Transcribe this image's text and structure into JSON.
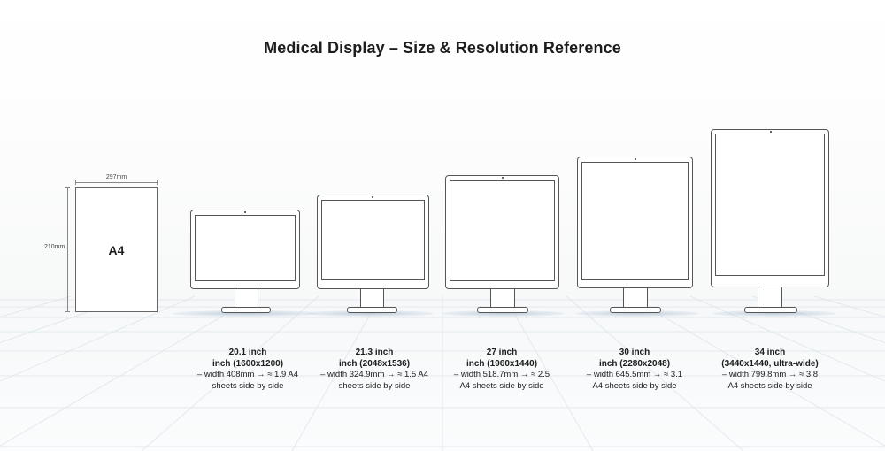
{
  "title": "Medical Display – Size & Resolution Reference",
  "colors": {
    "outline": "#555555",
    "text": "#1a1a1a",
    "floor_grid": "#dfe7ec",
    "shadow": "#b4c6d6"
  },
  "a4": {
    "label": "A4",
    "width_label": "297mm",
    "height_label": "210mm"
  },
  "monitors": [
    {
      "size": "20.1 inch",
      "resolution": "inch (1600x1200)",
      "width_line": "– width 408mm → ≈ 1.9 A4",
      "sheets_line": "sheets side by side"
    },
    {
      "size": "21.3 inch",
      "resolution": "inch (2048x1536)",
      "width_line": "– width 324.9mm → ≈ 1.5 A4",
      "sheets_line": "sheets side by side"
    },
    {
      "size": "27 inch",
      "resolution": "inch (1960x1440)",
      "width_line": "– width 518.7mm → ≈ 2.5",
      "sheets_line": "A4 sheets side by side"
    },
    {
      "size": "30 inch",
      "resolution": "inch (2280x2048)",
      "width_line": "– width 645.5mm → ≈ 3.1",
      "sheets_line": "A4 sheets side by side"
    },
    {
      "size": "34 inch",
      "resolution": "(3440x1440, ultra-wide)",
      "width_line": "– width 799.8mm → ≈ 3.8",
      "sheets_line": "A4 sheets side by side"
    }
  ]
}
